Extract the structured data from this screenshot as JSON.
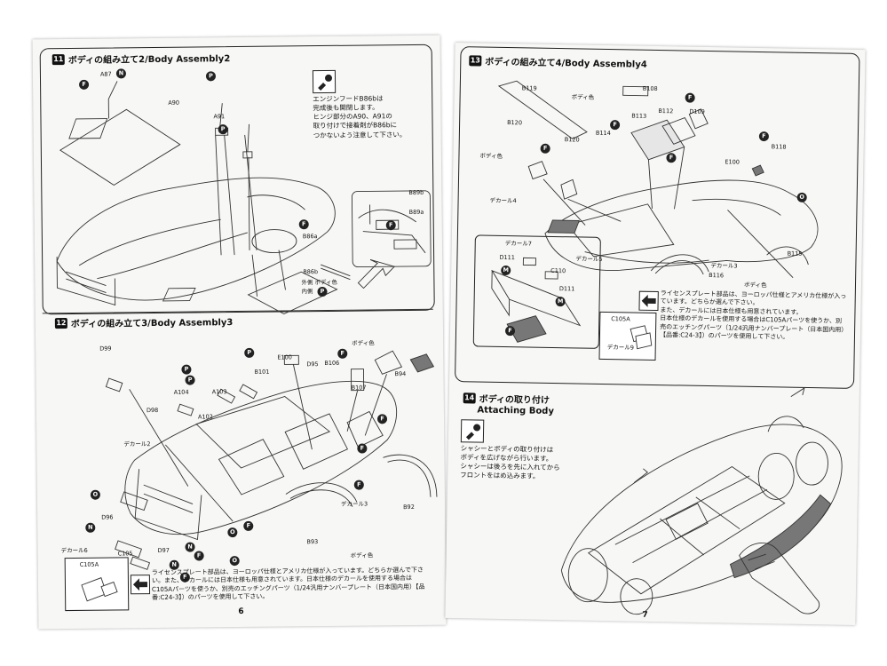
{
  "left_page": {
    "page_number": "6",
    "step11": {
      "number": "11",
      "title": "ボディの組み立て2/Body Assembly2",
      "labels": [
        "A87",
        "A90",
        "A91",
        "B86a",
        "B86b",
        "B89b",
        "B89a"
      ],
      "badges": [
        "N",
        "F",
        "P",
        "P",
        "F",
        "F"
      ],
      "note": "エンジンフードB86bは\n完成後も開閉します。\nヒンジ部分のA90、A91の\n取り付けで接着剤がB86bに\nつかないよう注意して下さい。",
      "paint_outer": "外側",
      "paint_outer_color": "ボディ色",
      "paint_inner": "内側",
      "paint_inner_badge": "P"
    },
    "step12": {
      "number": "12",
      "title": "ボディの組み立て3/Body Assembly3",
      "labels": [
        "D99",
        "E100",
        "B101",
        "D95",
        "B106",
        "B107",
        "B94",
        "A104",
        "A103",
        "A102",
        "D98",
        "D96",
        "C105",
        "D97",
        "B92",
        "B93"
      ],
      "badges": [
        "P",
        "P",
        "P",
        "F",
        "F",
        "F",
        "F",
        "F",
        "O",
        "N",
        "N",
        "F",
        "O",
        "O",
        "N",
        "F"
      ],
      "decals": [
        "デカール2",
        "デカール3",
        "デカール6"
      ],
      "body_color": [
        "ボディ色",
        "ボディ色"
      ],
      "plate_part": "C105A",
      "note": "ライセンスプレート部品は、ヨーロッパ仕様とアメリカ仕様が入っています。どちらか選んで下さい。また、デカールには日本仕様も用意されています。日本仕様のデカールを使用する場合はC105Aパーツを使うか、別売のエッチングパーツ（1/24汎用ナンバープレート（日本国内用）【品番:C24-3】）のパーツを使用して下さい。"
    }
  },
  "right_page": {
    "page_number": "7",
    "step13": {
      "number": "13",
      "title": "ボディの組み立て4/Body Assembly4",
      "labels": [
        "B119",
        "B108",
        "B120",
        "B113",
        "B112",
        "D109",
        "B114",
        "B120",
        "B118",
        "E100",
        "B116",
        "B115",
        "D111",
        "C110",
        "D111"
      ],
      "badges": [
        "F",
        "F",
        "F",
        "F",
        "F",
        "O",
        "M",
        "F",
        "M"
      ],
      "decals": [
        "デカール4",
        "デカール5",
        "デカール3",
        "デカール7",
        "デカール9"
      ],
      "body_color": [
        "ボディ色",
        "ボディ色",
        "ボディ色"
      ],
      "plate_part": "C105A",
      "note": "ライセンスプレート部品は、ヨーロッパ仕様とアメリカ仕様が入っています。どちらか選んで下さい。\nまた、デカールには日本仕様も用意されています。\n日本仕様のデカールを使用する場合はC105Aパーツを使うか、別売のエッチングパーツ（1/24汎用ナンバープレート（日本国内用）【品番:C24-3】）のパーツを使用して下さい。"
    },
    "step14": {
      "number": "14",
      "title_jp": "ボディの取り付け",
      "title_en": "Attaching Body",
      "note": "シャシーとボディの取り付けは\nボディを広げながら行います。\nシャシーは後ろを先に入れてから\nフロントをはめ込みます。"
    }
  },
  "icons": [
    "glue-tip-icon",
    "glue-tip-icon",
    "choice-arrows-icon",
    "choice-arrows-icon"
  ]
}
